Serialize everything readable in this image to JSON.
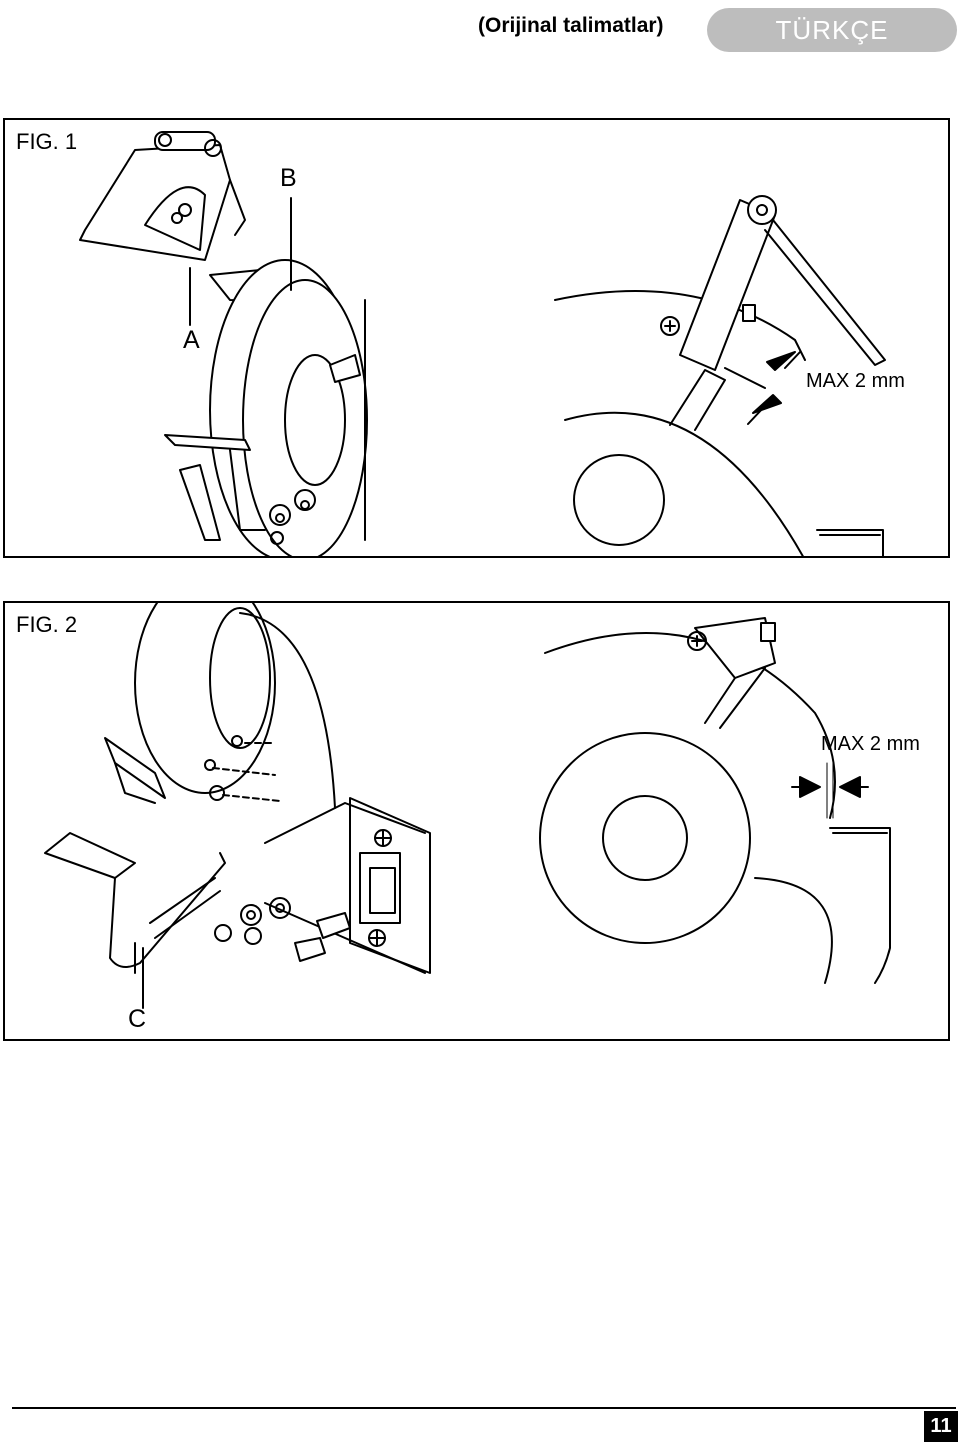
{
  "header": {
    "subtitle": "(Orijinal talimatlar)",
    "language": "TÜRKÇE"
  },
  "figures": [
    {
      "title": "FIG. 1",
      "callouts": [
        "A",
        "B"
      ],
      "dimension_label": "MAX 2 mm"
    },
    {
      "title": "FIG. 2",
      "callouts": [
        "C"
      ],
      "dimension_label": "MAX 2 mm"
    }
  ],
  "footer": {
    "page_number": "11"
  }
}
